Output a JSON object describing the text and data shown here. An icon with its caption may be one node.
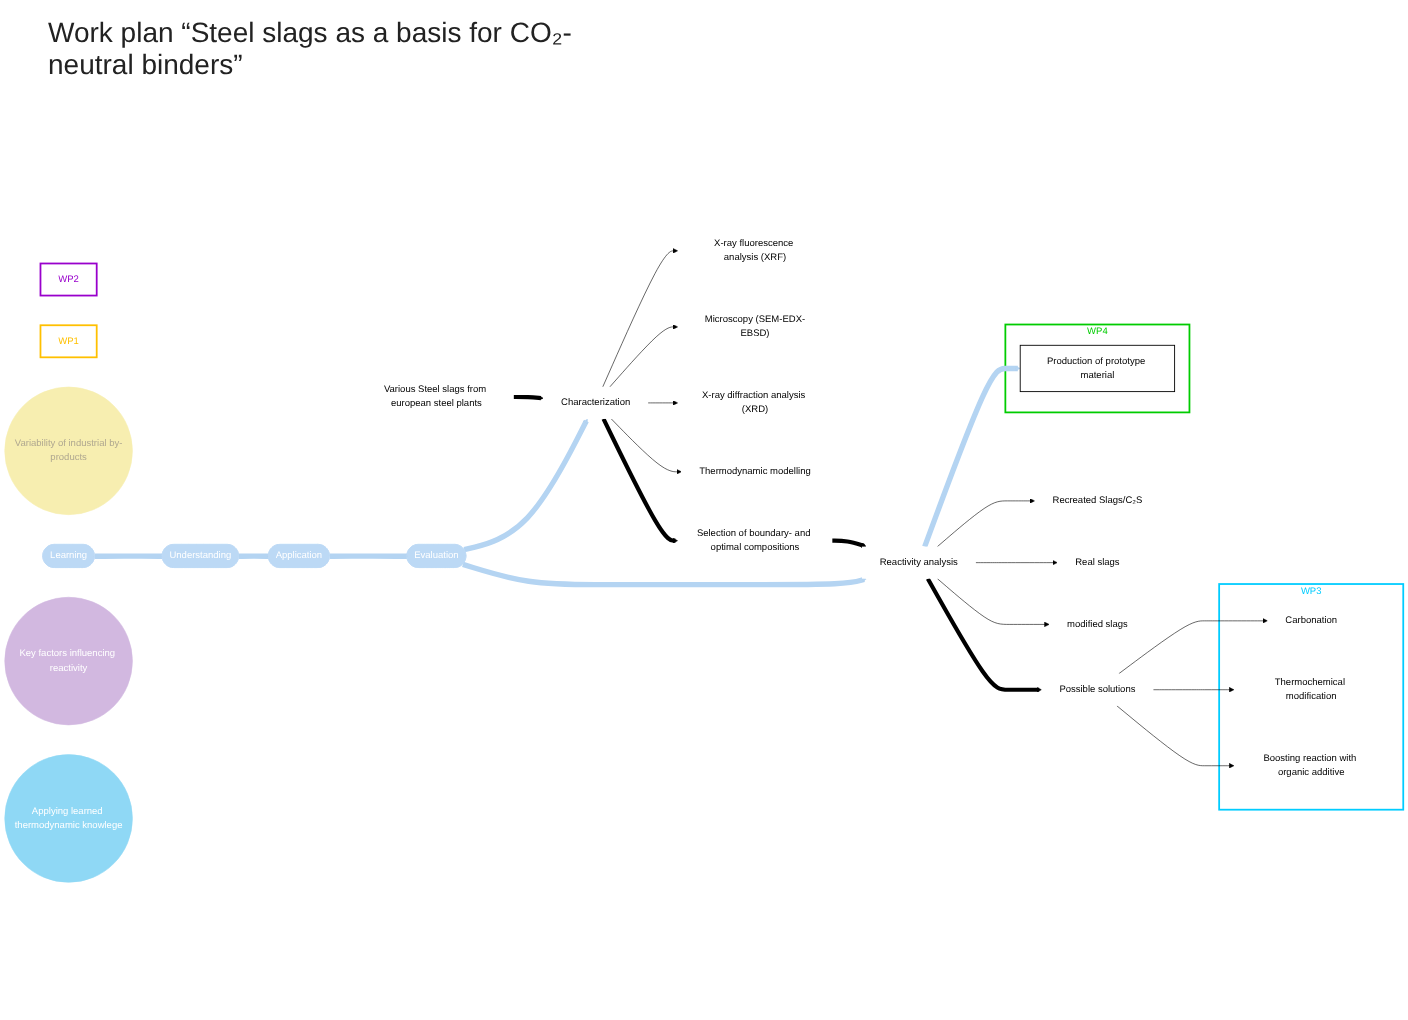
{
  "diagram": {
    "title": "Work plan “Steel slags as a basis for CO₂-neutral binders”",
    "nodes": [
      {
        "text": [
          "Evaluation"
        ]
      },
      {
        "text": [
          "WP4"
        ]
      },
      {
        "text": [
          "WP2"
        ]
      },
      {
        "text": [
          "WP1"
        ]
      },
      {
        "text": [
          "Various Steel slags from european steel plants"
        ]
      },
      {
        "text": [
          "Characterization"
        ]
      },
      {
        "text": [
          "X-ray fluorescence analysis (XRF)"
        ]
      },
      {
        "text": [
          "Microscopy (SEM-EDX-EBSD)"
        ]
      },
      {
        "text": [
          "X-ray diffraction analysis (XRD)"
        ]
      },
      {
        "text": [
          "Thermodynamic modelling"
        ]
      },
      {
        "text": [
          "Selection of boundary- and optimal compositions"
        ]
      },
      {
        "text": [
          "Recreated Slags/C₂S"
        ]
      },
      {
        "text": [
          "Real slags"
        ]
      },
      {
        "text": [
          "Reactivity analysis"
        ]
      },
      {
        "text": [
          "modified slags"
        ]
      },
      {
        "text": [
          "Possible solutions"
        ]
      },
      {
        "text": [
          "WP3"
        ]
      },
      {
        "text": [
          "Carbonation"
        ],
        "in": 16
      },
      {
        "text": [
          "Thermochemical modification"
        ],
        "in": 16
      },
      {
        "text": [
          "Boosting reaction with organic additive"
        ],
        "in": 16
      },
      {
        "text": [
          "Production of prototype material"
        ],
        "in": 1
      },
      {
        "text": [
          "Application"
        ]
      },
      {
        "text": [
          "Variability of industrial by-products"
        ]
      },
      {
        "text": [
          "Learning"
        ]
      },
      {
        "text": [
          "Key factors influencing reactivity"
        ]
      },
      {
        "text": [
          "Applying learned thermodynamic knowlege"
        ]
      },
      {
        "text": [
          "Understanding"
        ]
      }
    ],
    "edges": [
      {
        "from": 4,
        "to": 5,
        "arrow": "to",
        "style": "thick"
      },
      {
        "from": 5,
        "to": 6,
        "arrow": "to"
      },
      {
        "from": 5,
        "to": 7,
        "arrow": "to"
      },
      {
        "from": 5,
        "to": 8,
        "arrow": "to"
      },
      {
        "from": 5,
        "to": 9,
        "arrow": "to"
      },
      {
        "from": 5,
        "to": 10,
        "arrow": "to",
        "style": "thick"
      },
      {
        "from": 10,
        "to": 13,
        "arrow": "to",
        "style": "thick"
      },
      {
        "from": 13,
        "to": 11,
        "arrow": "to"
      },
      {
        "from": 13,
        "to": 12,
        "arrow": "to"
      },
      {
        "from": 13,
        "to": 14,
        "arrow": "to"
      },
      {
        "from": 13,
        "to": 15,
        "arrow": "to",
        "style": "thick"
      },
      {
        "from": 15,
        "to": 17,
        "arrow": "to"
      },
      {
        "from": 15,
        "to": 18,
        "arrow": "to"
      },
      {
        "from": 15,
        "to": 19,
        "arrow": "to"
      },
      {
        "from": 0,
        "to": 5,
        "arrow": "to",
        "style": "thick",
        "color": "#b4d4f2"
      },
      {
        "from": 0,
        "to": 13,
        "arrow": "to",
        "style": "thick",
        "color": "#b4d4f2"
      },
      {
        "from": 13,
        "to": 20,
        "arrow": "to",
        "style": "thick",
        "color": "#b4d4f2"
      },
      {
        "from": 23,
        "to": 26,
        "arrow": "none",
        "style": "thick",
        "color": "#b4d4f2"
      },
      {
        "from": 26,
        "to": 21,
        "arrow": "none",
        "style": "thick",
        "color": "#b4d4f2"
      },
      {
        "from": 21,
        "to": 0,
        "arrow": "none",
        "style": "thick",
        "color": "#b4d4f2"
      }
    ]
  }
}
